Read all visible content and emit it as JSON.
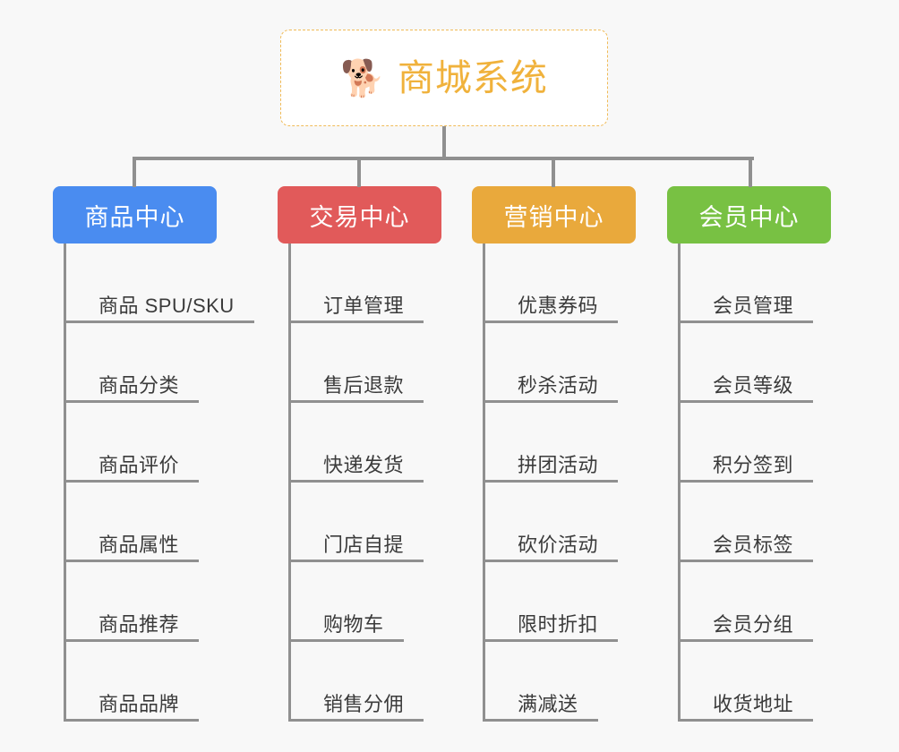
{
  "diagram": {
    "type": "org-chart",
    "background_color": "#f8f8f8",
    "line_color": "#909090",
    "root": {
      "icon": "shiba-dog-face-icon",
      "icon_glyph": "🐕",
      "title": "商城系统",
      "text_color": "#f0b23c",
      "border_color": "#f0bb58",
      "background_color": "#ffffff"
    },
    "categories": [
      {
        "id": "product-center",
        "label": "商品中心",
        "color": "#4a8cf0",
        "items": [
          "商品 SPU/SKU",
          "商品分类",
          "商品评价",
          "商品属性",
          "商品推荐",
          "商品品牌"
        ]
      },
      {
        "id": "trade-center",
        "label": "交易中心",
        "color": "#e15a5a",
        "items": [
          "订单管理",
          "售后退款",
          "快递发货",
          "门店自提",
          "购物车",
          "销售分佣"
        ]
      },
      {
        "id": "marketing-center",
        "label": "营销中心",
        "color": "#e9a93c",
        "items": [
          "优惠券码",
          "秒杀活动",
          "拼团活动",
          "砍价活动",
          "限时折扣",
          "满减送"
        ]
      },
      {
        "id": "member-center",
        "label": "会员中心",
        "color": "#78c143",
        "items": [
          "会员管理",
          "会员等级",
          "积分签到",
          "会员标签",
          "会员分组",
          "收货地址"
        ]
      }
    ]
  }
}
